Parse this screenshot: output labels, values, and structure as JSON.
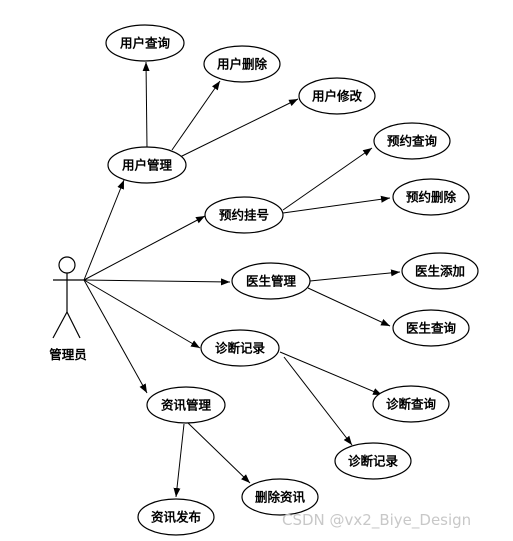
{
  "actor": {
    "label": "管理员"
  },
  "nodes": {
    "user_mgmt": "用户管理",
    "user_query": "用户查询",
    "user_delete": "用户删除",
    "user_edit": "用户修改",
    "appointment": "预约挂号",
    "appt_query": "预约查询",
    "appt_delete": "预约删除",
    "doctor_mgmt": "医生管理",
    "doctor_add": "医生添加",
    "doctor_query": "医生查询",
    "diagnosis": "诊断记录",
    "diag_query": "诊断查询",
    "diag_record": "诊断记录",
    "news_mgmt": "资讯管理",
    "news_publish": "资讯发布",
    "news_delete": "删除资讯"
  },
  "watermark": "CSDN @vx2_Biye_Design"
}
